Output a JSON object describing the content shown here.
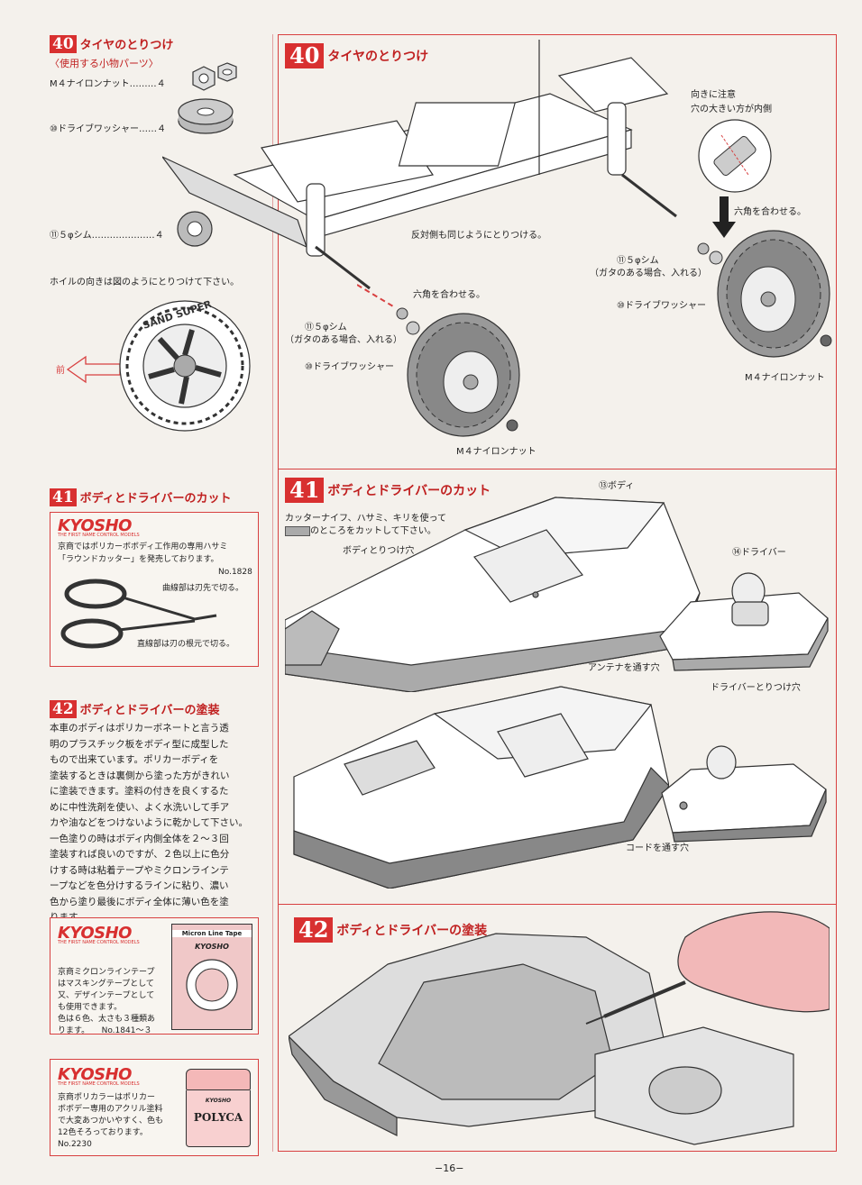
{
  "left": {
    "sec40": {
      "num": "40",
      "title": "タイヤのとりつけ",
      "subtitle": "〈使用する小物パーツ〉",
      "parts": [
        {
          "name": "M４ナイロンナット………４"
        },
        {
          "name": "⑩ドライブワッシャー……４"
        },
        {
          "name": "⑪５φシム…………………４"
        }
      ],
      "note": "ホイルの向きは図のようにとりつけて下さい。",
      "front_label": "前",
      "tire_text": "SAND SUPER"
    },
    "sec41": {
      "num": "41",
      "title": "ボディとドライバーのカット",
      "box": {
        "brand": "KYOSHO",
        "brand_sub": "THE FIRST NAME CONTROL MODELS",
        "text1": "京商ではポリカーボボディ工作用の専用ハサミ",
        "text2": "「ラウンドカッター」を発売しております。",
        "number": "No.1828",
        "label_curve": "曲線部は刃先で切る。",
        "label_straight": "直線部は刃の根元で切る。"
      }
    },
    "sec42": {
      "num": "42",
      "title": "ボディとドライバーの塗装",
      "lines": [
        "本車のボディはポリカーボネートと言う透",
        "明のプラスチック板をボディ型に成型した",
        "もので出来ています。ポリカーボディを",
        "塗装するときは裏側から塗った方がきれい",
        "に塗装できます。塗料の付きを良くするた",
        "めに中性洗剤を使い、よく水洗いして手ア",
        "カや油などをつけないように乾かして下さい。",
        "一色塗りの時はボディ内側全体を２～３回",
        "塗装すれば良いのですが、２色以上に色分",
        "けする時は粘着テープやミクロンラインテ",
        "ープなどを色分けするラインに粘り、濃い",
        "色から塗り最後にボディ全体に薄い色を塗",
        "ります。"
      ],
      "box1": {
        "brand": "KYOSHO",
        "brand_sub": "THE FIRST NAME CONTROL MODELS",
        "lines": [
          "京商ミクロンラインテープ",
          "はマスキングテープとして",
          "又、デザインテープとして",
          "も使用できます。",
          "色は６色、太さも３種類あ",
          "ります。　　No.1841～３"
        ],
        "product_label": "Micron Line Tape",
        "product_brand": "KYOSHO"
      },
      "box2": {
        "brand": "KYOSHO",
        "brand_sub": "THE FIRST NAME CONTROL MODELS",
        "lines": [
          "京商ポリカラーはポリカー",
          "ボボデー専用のアクリル塗料",
          "で大変あつかいやすく、色も",
          "12色そろっております。",
          "No.2230"
        ],
        "product_label": "POLYCA",
        "product_brand": "KYOSHO"
      }
    }
  },
  "right": {
    "sec40": {
      "num": "40",
      "title": "タイヤのとりつけ",
      "caution1": "向きに注意",
      "caution2": "穴の大きい方が内側",
      "hex_right": "六角を合わせる。",
      "shim_right1": "⑪５φシム",
      "shim_right2": "（ガタのある場合、入れる）",
      "washer_right": "⑩ドライブワッシャー",
      "nut_right": "M４ナイロンナット",
      "opposite": "反対側も同じようにとりつける。",
      "hex_left": "六角を合わせる。",
      "shim_left1": "⑪５φシム",
      "shim_left2": "（ガタのある場合、入れる）",
      "washer_left": "⑩ドライブワッシャー",
      "nut_left": "M４ナイロンナット"
    },
    "sec41": {
      "num": "41",
      "title": "ボディとドライバーのカット",
      "inst1": "カッターナイフ、ハサミ、キリを使って",
      "inst2": "のところをカットして下さい。",
      "body_label": "⑬ボディ",
      "mount_label": "ボディとりつけ穴",
      "driver_label": "⑭ドライバー",
      "antenna_label": "アンテナを通す穴",
      "driver_mount_label": "ドライバーとりつけ穴",
      "cord_label": "コードを通す穴"
    },
    "sec42": {
      "num": "42",
      "title": "ボディとドライバーの塗装"
    }
  },
  "page_number": "−16−"
}
